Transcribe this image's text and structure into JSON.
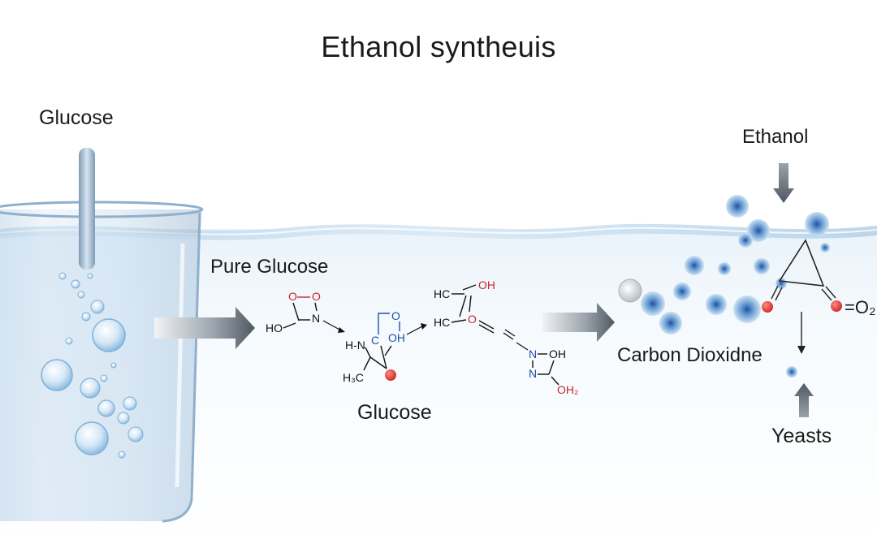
{
  "title": "Ethanol syntheuis",
  "labels": {
    "glucose_top": "Glucose",
    "pure_glucose": "Pure Glucose",
    "glucose_mid": "Glucose",
    "ethanol": "Ethanol",
    "carbon_dioxide": "Carbon Dioxidne",
    "yeasts": "Yeasts",
    "o2_suffix": "=O₂"
  },
  "molecule_1": {
    "o_top_left": "O",
    "o_top_right": "O",
    "n": "N",
    "ho": "HO"
  },
  "molecule_2": {
    "o": "O",
    "oh": "OH",
    "c": "C",
    "hn": "H-N",
    "h3c": "H₃C"
  },
  "molecule_3": {
    "hc_top": "HC",
    "oh_top": "OH",
    "hc_bottom": "HC",
    "o_mid": "O"
  },
  "molecule_4": {
    "n_top": "N",
    "oh_top": "OH",
    "n_bottom": "N",
    "oh2": "OH₂"
  },
  "colors": {
    "water": "#cfe3f1",
    "arrow": "#5d6670",
    "oxygen_atom": "#e53935",
    "yeast_cell": "#7fb3da",
    "text": "#1a1a1a"
  }
}
